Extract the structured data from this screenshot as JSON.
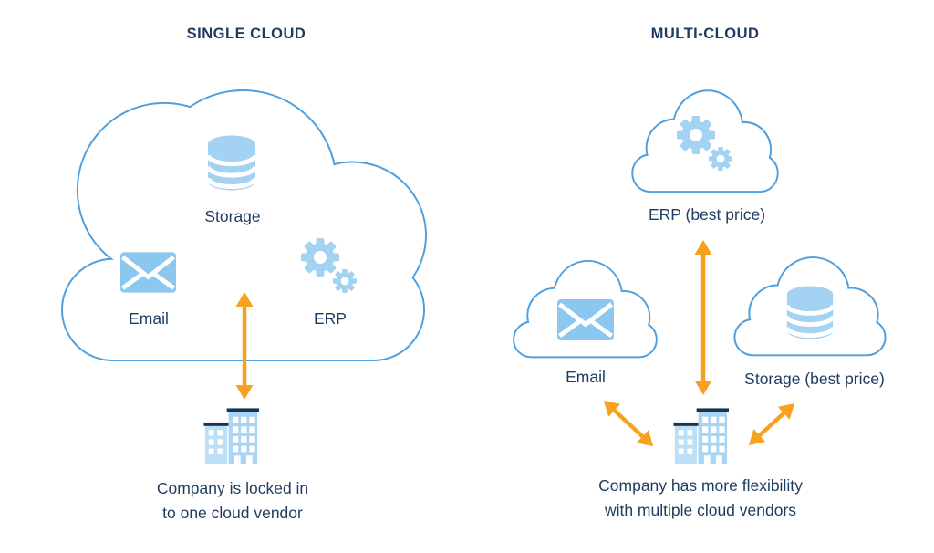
{
  "colors": {
    "navy": "#1e3c5f",
    "cloud_stroke": "#4d9fdf",
    "icon_blue": "#a3d2f2",
    "icon_blue_deep": "#8cc7ef",
    "building_blue": "#a9d4f3",
    "building_blue_light": "#bddef7",
    "building_cap": "#16334f",
    "orange": "#f8a11e",
    "background": "#ffffff"
  },
  "left_panel": {
    "title": "SINGLE CLOUD",
    "cloud_services": [
      {
        "label": "Storage",
        "icon": "database-icon"
      },
      {
        "label": "Email",
        "icon": "envelope-icon"
      },
      {
        "label": "ERP",
        "icon": "gears-icon"
      }
    ],
    "connection": "two-way vertical arrow between cloud and company building",
    "caption": [
      "Company is locked in",
      "to one cloud vendor"
    ]
  },
  "right_panel": {
    "title": "MULTI-CLOUD",
    "clouds": [
      {
        "label": "ERP (best price)",
        "icon": "gears-icon"
      },
      {
        "label": "Email",
        "icon": "envelope-icon"
      },
      {
        "label": "Storage (best price)",
        "icon": "database-icon"
      }
    ],
    "connection": "two-way arrows between company building and each cloud",
    "caption": [
      "Company has more flexibility",
      "with multiple cloud vendors"
    ]
  }
}
